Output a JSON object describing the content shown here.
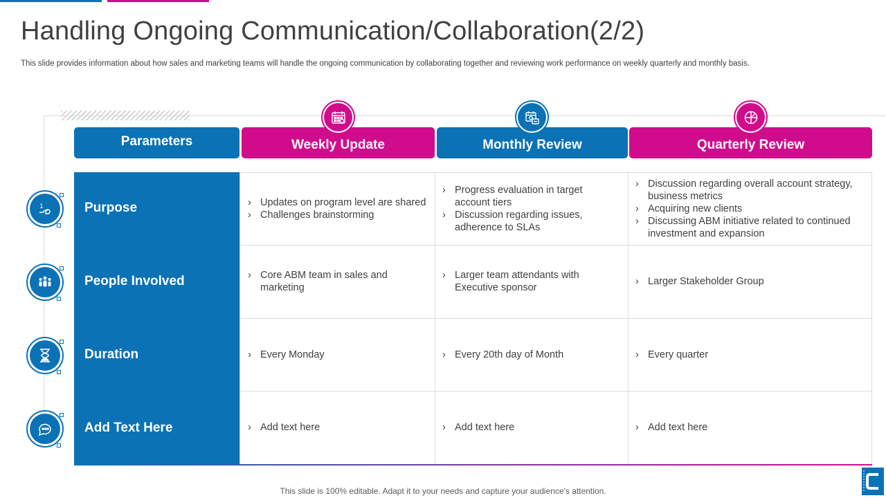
{
  "title": "Handling Ongoing Communication/Collaboration(2/2)",
  "subtitle": "This slide provides information about how sales and marketing teams will handle the ongoing communication by collaborating together and reviewing work performance on weekly quarterly and monthly basis.",
  "colors": {
    "blue": "#0b72b5",
    "pink": "#d10c8c"
  },
  "columns": {
    "parameters": "Parameters",
    "weekly": "Weekly Update",
    "monthly": "Monthly Review",
    "quarterly": "Quarterly Review"
  },
  "header_icons": {
    "weekly": "calendar-icon",
    "monthly": "schedule-icon",
    "quarterly": "pie-chart-icon"
  },
  "rows": [
    {
      "label": "Purpose",
      "icon": "hand-coin-icon",
      "weekly": [
        "Updates on program level are shared",
        "Challenges brainstorming"
      ],
      "monthly": [
        "Progress evaluation in target account tiers",
        "Discussion regarding issues, adherence to SLAs"
      ],
      "quarterly": [
        "Discussion regarding overall account strategy, business metrics",
        "Acquiring new clients",
        "Discussing ABM initiative related to continued investment and expansion"
      ]
    },
    {
      "label": "People Involved",
      "icon": "people-group-icon",
      "weekly": [
        "Core ABM team in sales and marketing"
      ],
      "monthly": [
        "Larger team attendants with Executive sponsor"
      ],
      "quarterly": [
        "Larger Stakeholder Group"
      ]
    },
    {
      "label": "Duration",
      "icon": "hourglass-icon",
      "weekly": [
        "Every Monday"
      ],
      "monthly": [
        "Every 20th day of Month"
      ],
      "quarterly": [
        "Every quarter"
      ]
    },
    {
      "label": "Add Text Here",
      "icon": "chat-bubble-icon",
      "weekly": [
        "Add text here"
      ],
      "monthly": [
        "Add text here"
      ],
      "quarterly": [
        "Add text here"
      ]
    }
  ],
  "footer": "This slide is 100% editable. Adapt it to your needs and capture your audience's attention."
}
